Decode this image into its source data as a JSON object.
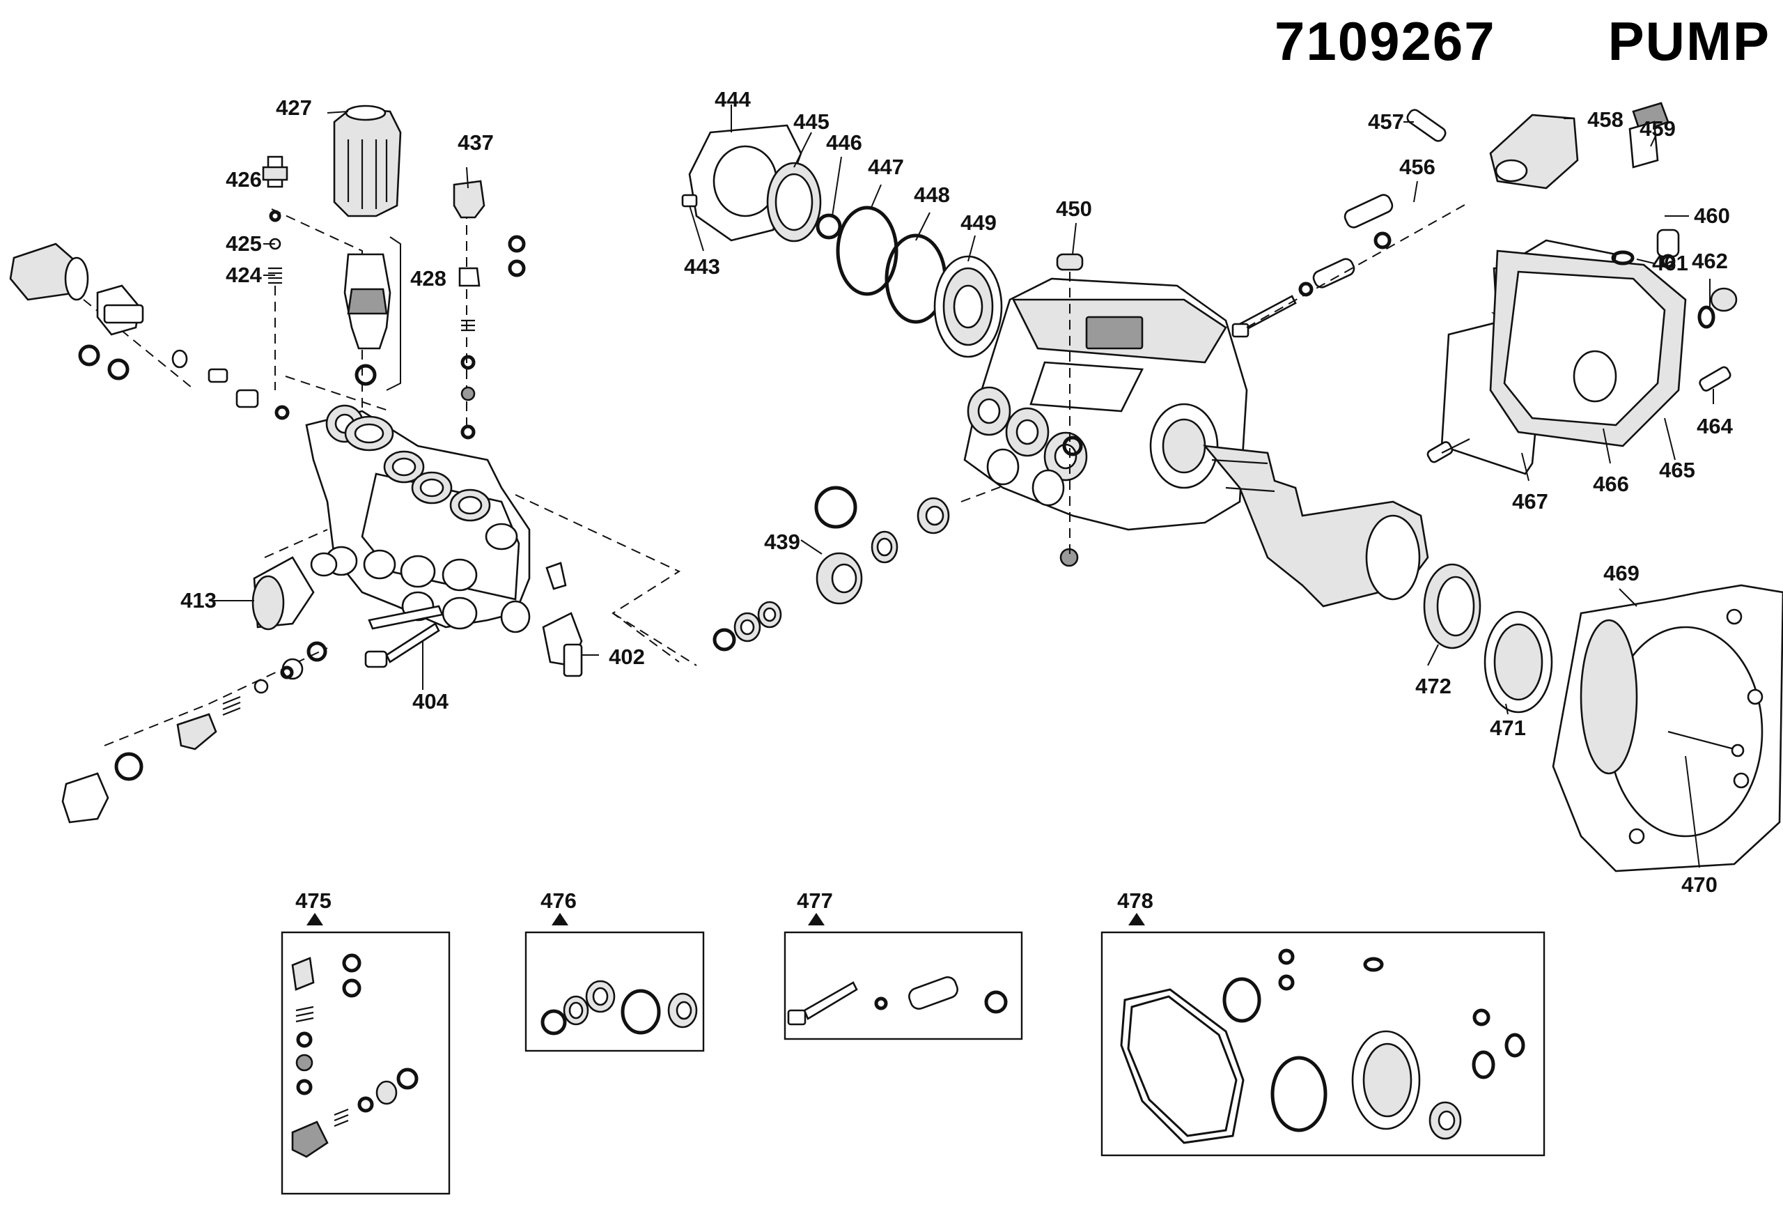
{
  "title": "7109267   PUMP",
  "part_labels": {
    "p402": "402",
    "p404": "404",
    "p413": "413",
    "p424": "424",
    "p425": "425",
    "p426": "426",
    "p427": "427",
    "p428": "428",
    "p437": "437",
    "p439": "439",
    "p443": "443",
    "p444": "444",
    "p445": "445",
    "p446": "446",
    "p447": "447",
    "p448": "448",
    "p449": "449",
    "p450": "450",
    "p456": "456",
    "p457": "457",
    "p458": "458",
    "p459": "459",
    "p460": "460",
    "p461": "461",
    "p462": "462",
    "p464": "464",
    "p465": "465",
    "p466": "466",
    "p467": "467",
    "p469": "469",
    "p470": "470",
    "p471": "471",
    "p472": "472"
  },
  "kits": [
    {
      "label": "475"
    },
    {
      "label": "476"
    },
    {
      "label": "477"
    },
    {
      "label": "478"
    }
  ]
}
